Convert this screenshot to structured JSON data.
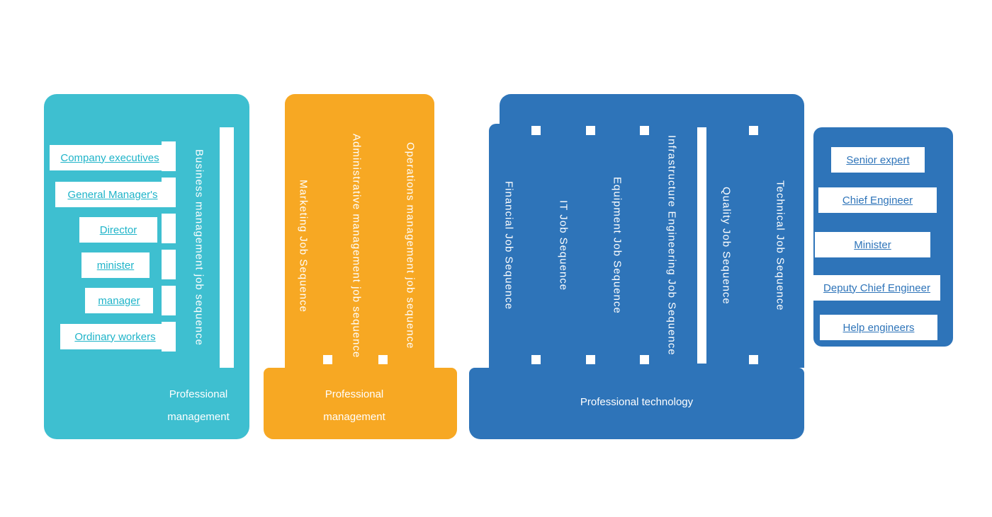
{
  "diagram": {
    "colors": {
      "teal": "#3EBFD0",
      "orange": "#F7A823",
      "blue": "#2E74B9",
      "teal_text": "#1FB4C9",
      "white": "#FFFFFF"
    },
    "business": {
      "sequence": "Business management job sequence",
      "levels": [
        "Company executives",
        "General Manager's",
        "Director",
        "minister",
        "manager",
        "Ordinary workers"
      ],
      "footer": [
        "Professional",
        "management"
      ]
    },
    "management": {
      "sequences": [
        "Marketing Job Sequence",
        "Administrative management job sequence",
        "Operations management job sequence"
      ],
      "footer": [
        "Professional",
        "management"
      ]
    },
    "technology": {
      "sequences": [
        "Financial Job Sequence",
        "IT Job Sequence",
        "Equipment Job Sequence",
        "Infrastructure Engineering Job Sequence",
        "Quality Job Sequence",
        "Technical Job Sequence"
      ],
      "footer": "Professional technology",
      "roles": [
        "Senior expert",
        "Chief Engineer",
        "Minister",
        "Deputy Chief Engineer",
        "Help engineers"
      ]
    }
  }
}
